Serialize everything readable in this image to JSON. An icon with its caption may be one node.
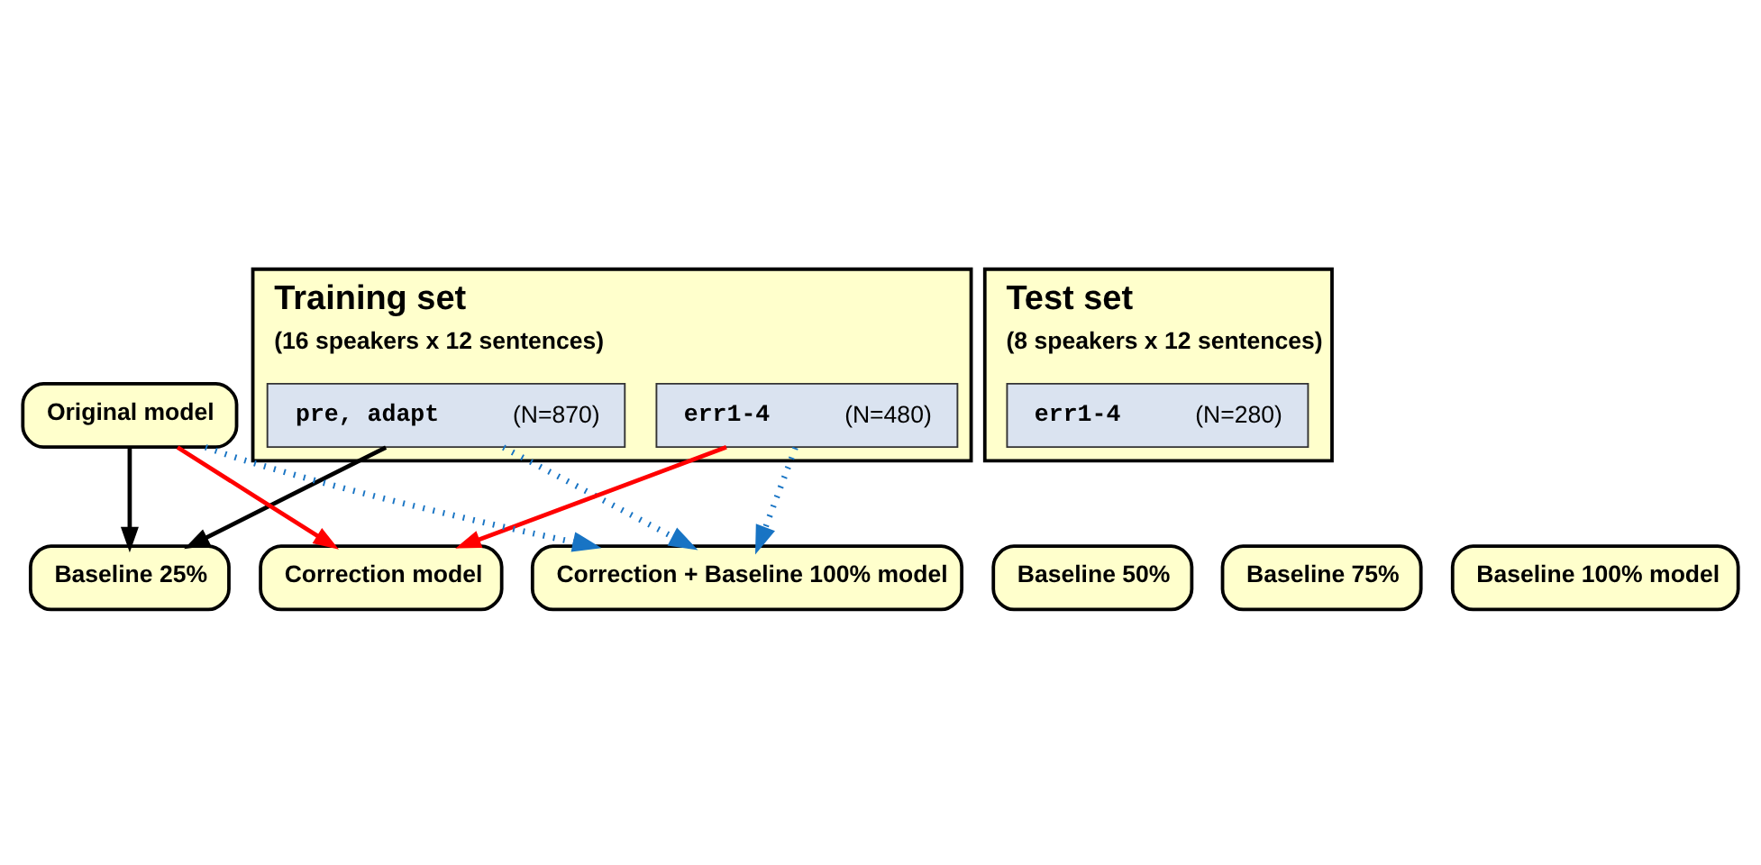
{
  "diagram": {
    "nodes": [
      {
        "text": [
          "Training set",
          "(16 speakers x 12 sentences)"
        ]
      },
      {
        "text": [
          "pre, adapt",
          "(N=870)"
        ],
        "in": 0
      },
      {
        "text": [
          "err1-4",
          "(N=480)"
        ],
        "in": 0
      },
      {
        "text": [
          "Test set",
          "(8 speakers x 12 sentences)"
        ]
      },
      {
        "text": [
          "err1-4",
          "(N=280)"
        ],
        "in": 3
      },
      {
        "text": [
          "Original model"
        ]
      },
      {
        "text": [
          "Baseline 25%"
        ]
      },
      {
        "text": [
          "Baseline 50%"
        ]
      },
      {
        "text": [
          "Baseline 75%"
        ]
      },
      {
        "text": [
          "Baseline 100% model"
        ]
      },
      {
        "text": [
          "Correction model"
        ]
      },
      {
        "text": [
          "Correction + Baseline 100% model"
        ]
      }
    ],
    "edges": [
      {
        "from": 1,
        "to": 6,
        "arrow": "to",
        "color": "#000000"
      },
      {
        "from": 5,
        "to": 6,
        "arrow": "to",
        "color": "#000000"
      },
      {
        "from": 2,
        "to": 10,
        "arrow": "to",
        "color": "#ff0000"
      },
      {
        "from": 5,
        "to": 10,
        "arrow": "to",
        "color": "#ff0000"
      },
      {
        "from": 1,
        "to": 11,
        "arrow": "to",
        "color": "#1874c4",
        "style": "dashed"
      },
      {
        "from": 2,
        "to": 11,
        "arrow": "to",
        "color": "#1874c4",
        "style": "dashed"
      },
      {
        "from": 5,
        "to": 11,
        "arrow": "to",
        "color": "#1874c4",
        "style": "dashed"
      }
    ]
  }
}
